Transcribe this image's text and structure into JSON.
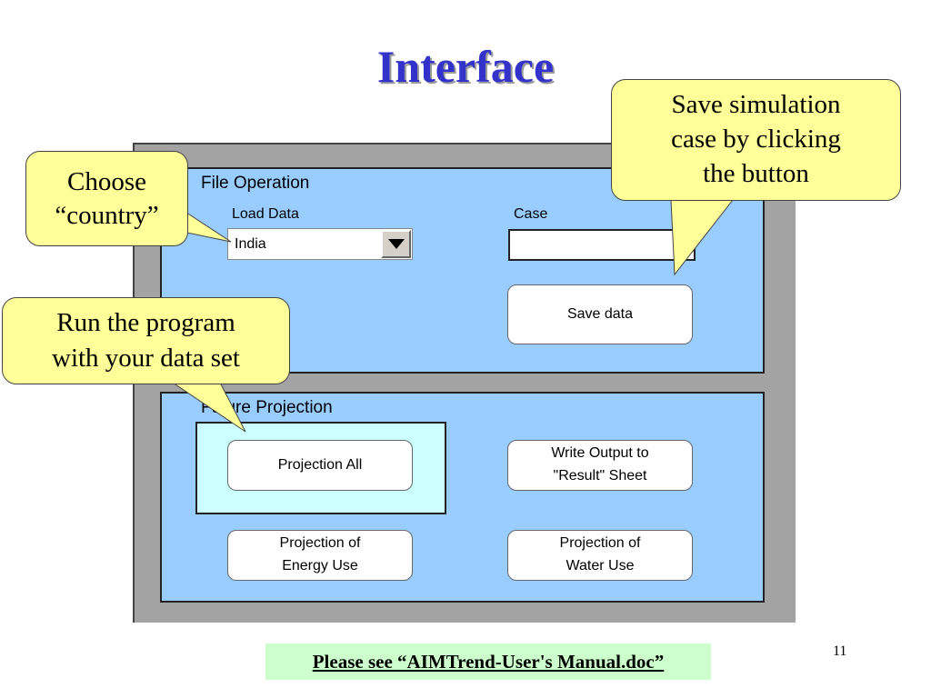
{
  "slide": {
    "title": "Interface",
    "page_number": "11"
  },
  "file_operation": {
    "group_label": "File Operation",
    "load_data_label": "Load Data",
    "country_value": "India",
    "case_label": "Case",
    "case_value": "",
    "save_button": "Save data"
  },
  "projection": {
    "group_label": "Future Projection",
    "projection_all": "Projection All",
    "write_output": "Write Output to\n\"Result\" Sheet",
    "energy_use": "Projection of\nEnergy Use",
    "water_use": "Projection of\nWater Use"
  },
  "callouts": {
    "choose_country": "Choose\n“country”",
    "save_simulation": "Save simulation\ncase by clicking\nthe button",
    "run_program": "Run the program\nwith your data set"
  },
  "footnote": "Please see “AIMTrend-User's Manual.doc”",
  "colors": {
    "title": "#3333cc",
    "panel": "#99ccff",
    "highlight": "#ccffff",
    "callout": "#ffff99",
    "footnote_bg": "#ccffcc"
  },
  "icons": {
    "dropdown": "triangle-down-icon"
  }
}
